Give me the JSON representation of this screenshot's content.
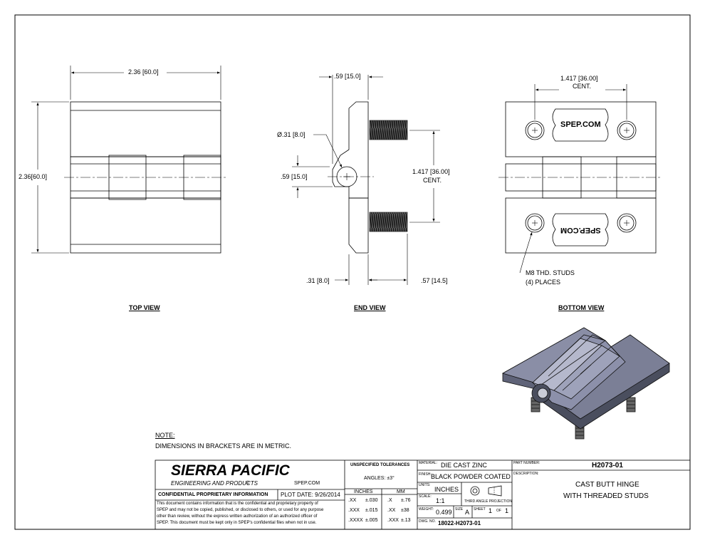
{
  "views": {
    "top": "TOP VIEW",
    "end": "END VIEW",
    "bottom": "BOTTOM  VIEW"
  },
  "dims": {
    "top_width": "2.36",
    "top_width_mm": "[60.0]",
    "top_height": "2.36",
    "top_height_mm": "[60.0]",
    "end_top": ".59",
    "end_top_mm": "[15.0]",
    "end_dia": "Ø.31",
    "end_dia_mm": "[8.0]",
    "end_side": ".59",
    "end_side_mm": "[15.0]",
    "end_cent": "1.417",
    "end_cent_mm": "[36.00]",
    "cent_label": "CENT.",
    "end_bot_left": ".31",
    "end_bot_left_mm": "[8.0]",
    "end_bot_right": ".57",
    "end_bot_right_mm": "[14.5]",
    "bot_cent": "1.417",
    "bot_cent_mm": "[36.00]",
    "bot_cent_label": "CENT.",
    "studs_1": "M8 THD. STUDS",
    "studs_2": "(4) PLACES",
    "logo_text": "SPEP.COM"
  },
  "note": {
    "title": "NOTE:",
    "text": "DIMENSIONS IN BRACKETS ARE IN METRIC."
  },
  "title_block": {
    "company": "SIERRA PACIFIC",
    "subtitle": "ENGINEERING AND PRODUCTS",
    "website": "SPEP.COM",
    "confidential": "CONFIDENTIAL PROPRIETARY INFORMATION",
    "plot_date_label": "PLOT DATE:",
    "plot_date": "9/26/2014",
    "disclaimer": [
      "This document contains information that is the confidential and proprietary property of",
      "SPEP and may not be copied, published, or disclosed to others, or used for any purpose",
      "other than review, without the express written authorization of an authorized officer of",
      "SPEP. This document must be kept only in SPEP's confidential files when not in use."
    ],
    "tol_title": "UNSPECIFIED TOLERANCES",
    "angles": "ANGLES: ±3°",
    "inches": "INCHES",
    "mm": "MM",
    "tol_rows": [
      {
        "a": ".XX",
        "b": "±.030",
        "c": ".X",
        "d": "±.76"
      },
      {
        "a": ".XXX",
        "b": "±.015",
        "c": ".XX",
        "d": "±38"
      },
      {
        "a": ".XXXX",
        "b": "±.005",
        "c": ".XXX",
        "d": "±.13"
      }
    ],
    "material_label": "MATERIAL:",
    "material": "DIE CAST ZINC",
    "finish_label": "FINISH:",
    "finish": "BLACK POWDER COATED",
    "units_label": "UNITS:",
    "units": "INCHES",
    "scale_label": "SCALE:",
    "scale": "1:1",
    "projection": "THIRD ANGLE PROJECTION",
    "weight_label": "WEIGHT:",
    "weight": "0.499",
    "size_label": "SIZE",
    "size": "A",
    "sheet_label": "SHEET",
    "sheet": "1",
    "of_label": "OF",
    "of": "1",
    "dwg_label": "DWG. NO.",
    "dwg": "18022-H2073-01",
    "part_label": "PART NUMBER:",
    "part": "H2073-01",
    "desc_label": "DESCRIPTION:",
    "desc_1": "CAST BUTT HINGE",
    "desc_2": "WITH THREADED STUDS"
  }
}
